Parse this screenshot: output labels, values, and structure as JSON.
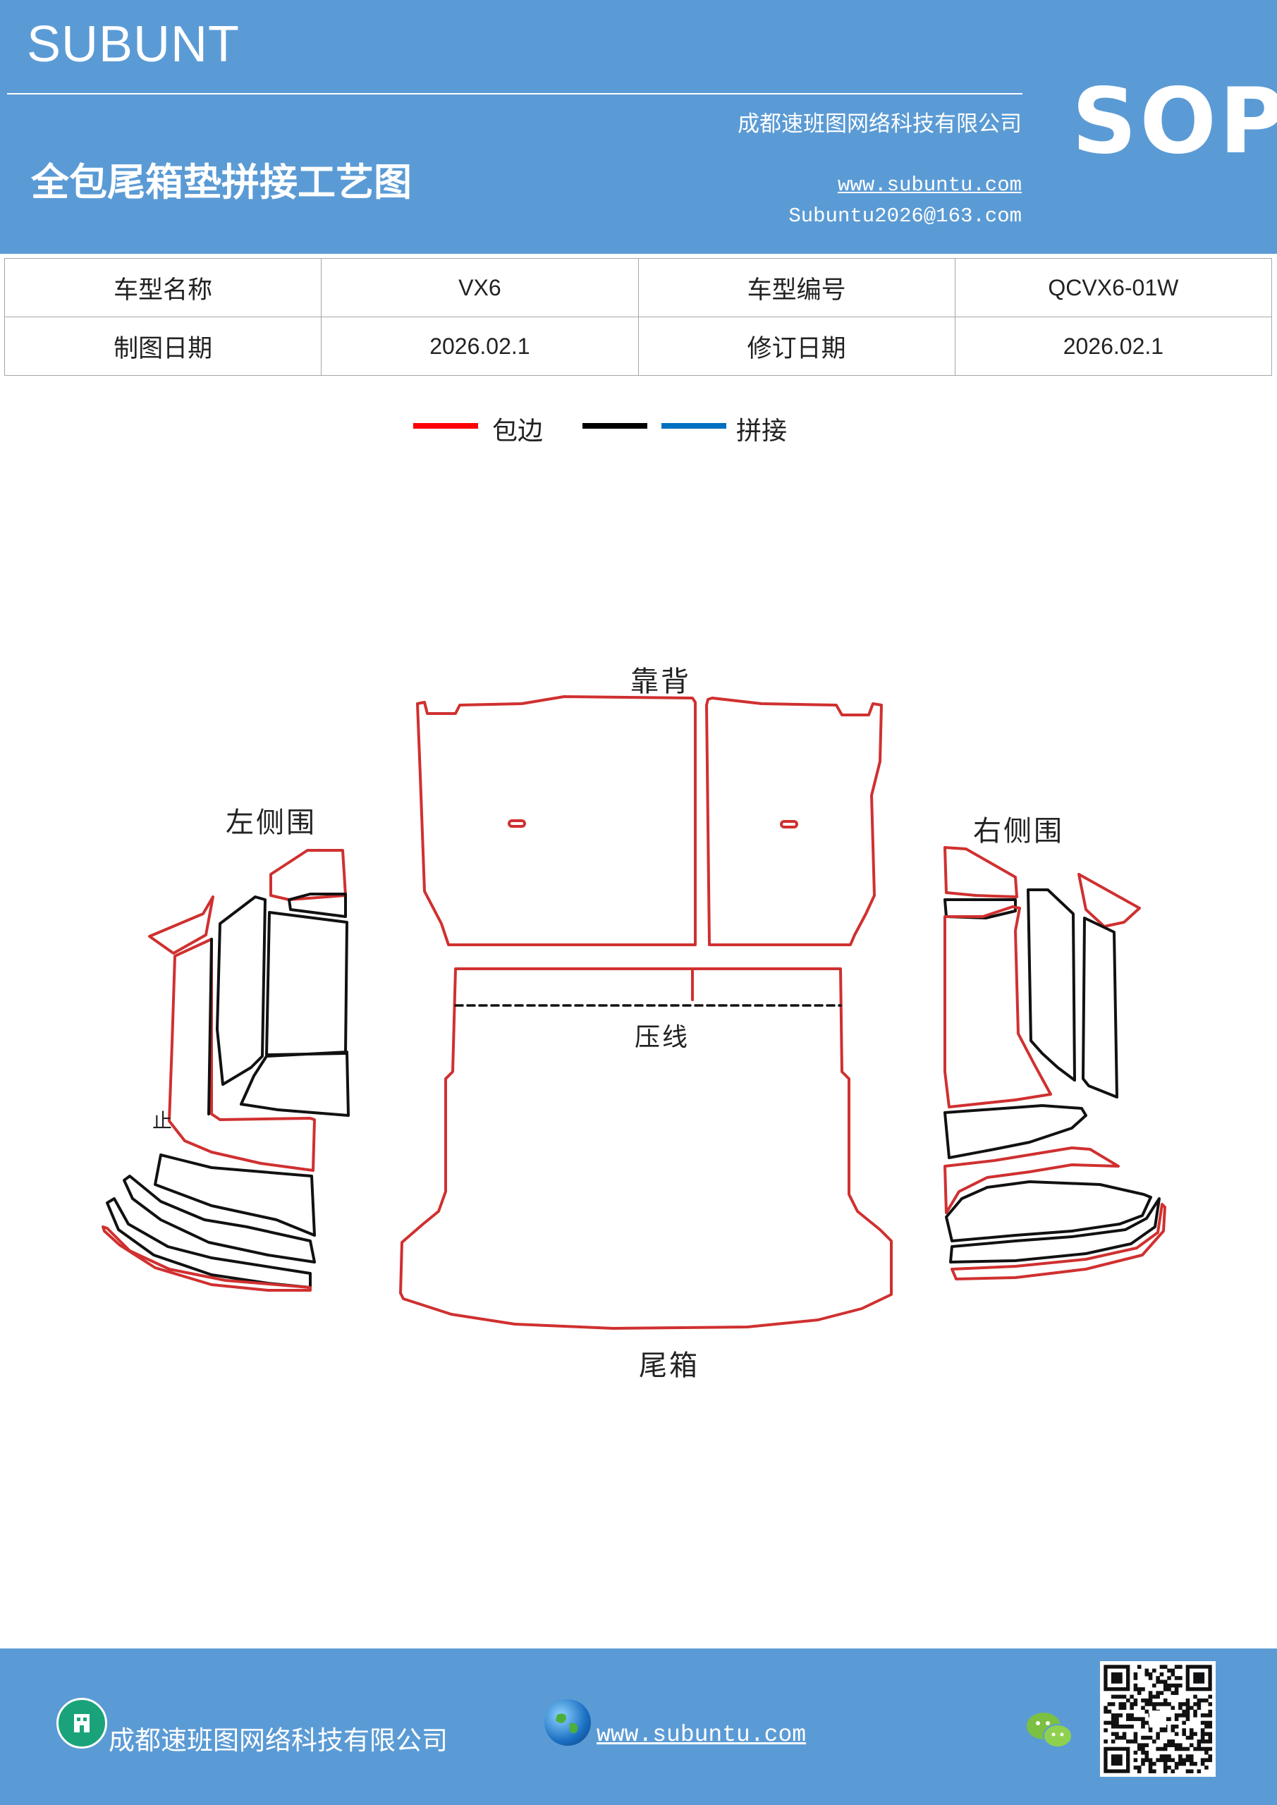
{
  "header": {
    "brand": "SUBUNT",
    "badge": "SOP",
    "company": "成都速班图网络科技有限公司",
    "title": "全包尾箱垫拼接工艺图",
    "website": "www.subuntu.com",
    "email": "Subuntu2026@163.com"
  },
  "info_table": {
    "rows": [
      {
        "label1": "车型名称",
        "value1": "VX6",
        "label2": "车型编号",
        "value2": "QCVX6-01W"
      },
      {
        "label1": "制图日期",
        "value1": "2026.02.1",
        "label2": "修订日期",
        "value2": "2026.02.1"
      }
    ]
  },
  "legend": {
    "items": [
      {
        "color": "#ff0000",
        "label": "包边"
      },
      {
        "color": "#000000",
        "label": ""
      },
      {
        "color": "#0070c0",
        "label": "拼接"
      }
    ]
  },
  "diagram": {
    "labels": {
      "backrest": "靠背",
      "left_side": "左侧围",
      "right_side": "右侧围",
      "press_line": "压线",
      "trunk": "尾箱",
      "stray_mark": "止"
    },
    "colors": {
      "edge": "#d03030",
      "seam": "#111111"
    }
  },
  "footer": {
    "company": "成都速班图网络科技有限公司",
    "website": "www.subuntu.com"
  }
}
